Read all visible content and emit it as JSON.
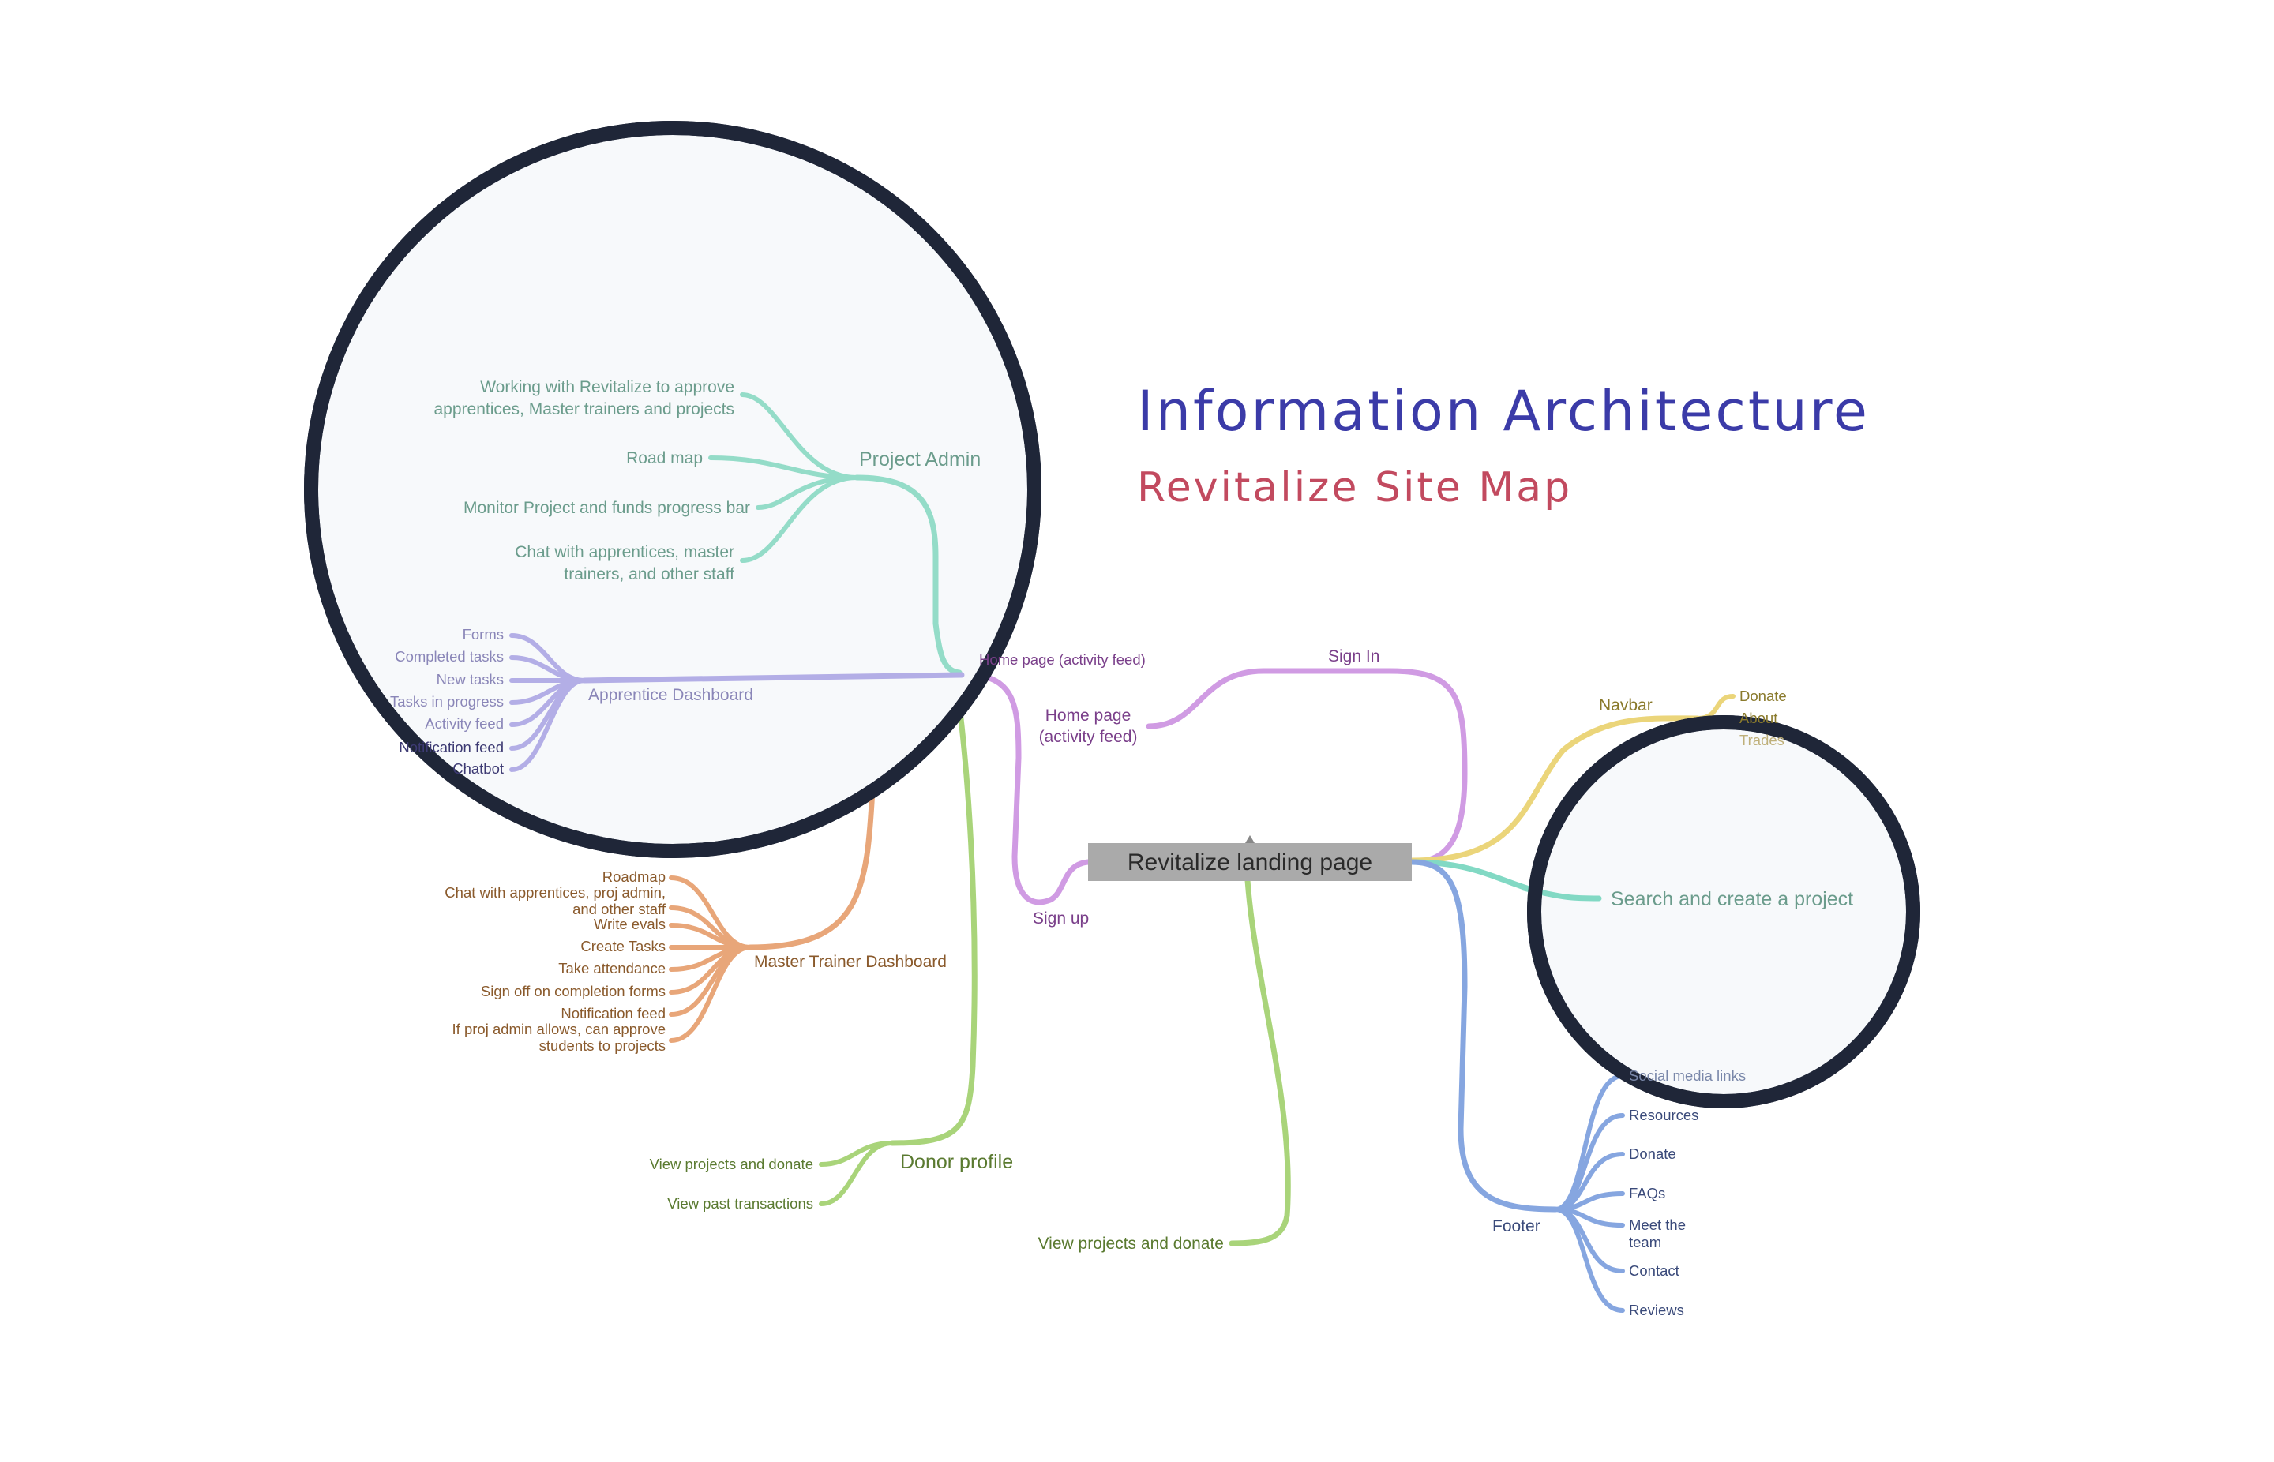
{
  "title": {
    "main": "Information Architecture",
    "sub": "Revitalize Site Map",
    "main_color": "#3b3ba8",
    "sub_color": "#c24a5f"
  },
  "root": {
    "label": "Revitalize landing page",
    "fill": "#aaaaaa"
  },
  "colors": {
    "project_admin": "#94dcc8",
    "apprentice": "#b3aee6",
    "master_trainer": "#e8a679",
    "donor": "#a9d47a",
    "sign": "#d09be3",
    "navbar": "#ebd57a",
    "search": "#82d9c4",
    "footer": "#86a6e0",
    "zoom_ring": "#1f2638",
    "zoom_fill": "#f7f9fb"
  },
  "nodes": {
    "project_admin": {
      "label": "Project Admin",
      "children": [
        [
          "Working with Revitalize to approve",
          "apprentices, Master trainers and projects"
        ],
        [
          "Road map"
        ],
        [
          "Monitor Project and funds progress bar"
        ],
        [
          "Chat with apprentices, master",
          "trainers, and other staff"
        ]
      ]
    },
    "apprentice": {
      "label": "Apprentice Dashboard",
      "children": [
        "Forms",
        "Completed tasks",
        "New tasks",
        "Tasks in progress",
        "Activity feed",
        "Notification feed",
        "Chatbot"
      ]
    },
    "home_feed": {
      "label": "Home page (activity feed)"
    },
    "home_page": {
      "label": [
        "Home page",
        "(activity feed)"
      ]
    },
    "sign_in": {
      "label": "Sign In"
    },
    "sign_up": {
      "label": "Sign up"
    },
    "master_trainer": {
      "label": "Master Trainer Dashboard",
      "children": [
        [
          "Roadmap"
        ],
        [
          "Chat with apprentices, proj admin,",
          "and other staff"
        ],
        [
          "Write evals"
        ],
        [
          "Create Tasks"
        ],
        [
          "Take attendance"
        ],
        [
          "Sign off on completion forms"
        ],
        [
          "Notification feed"
        ],
        [
          "If proj admin allows, can approve",
          "students to projects"
        ]
      ]
    },
    "donor": {
      "label": "Donor profile",
      "children": [
        "View projects and donate",
        "View past transactions"
      ]
    },
    "view_projects": {
      "label": "View projects and donate"
    },
    "navbar": {
      "label": "Navbar",
      "children": [
        "Donate",
        "About",
        "Trades"
      ]
    },
    "search": {
      "label": "Search and create a project"
    },
    "footer": {
      "label": "Footer",
      "children": [
        [
          "Social media links"
        ],
        [
          "Resources"
        ],
        [
          "Donate"
        ],
        [
          "FAQs"
        ],
        [
          "Meet the",
          "team"
        ],
        [
          "Contact"
        ],
        [
          "Reviews"
        ]
      ]
    }
  }
}
